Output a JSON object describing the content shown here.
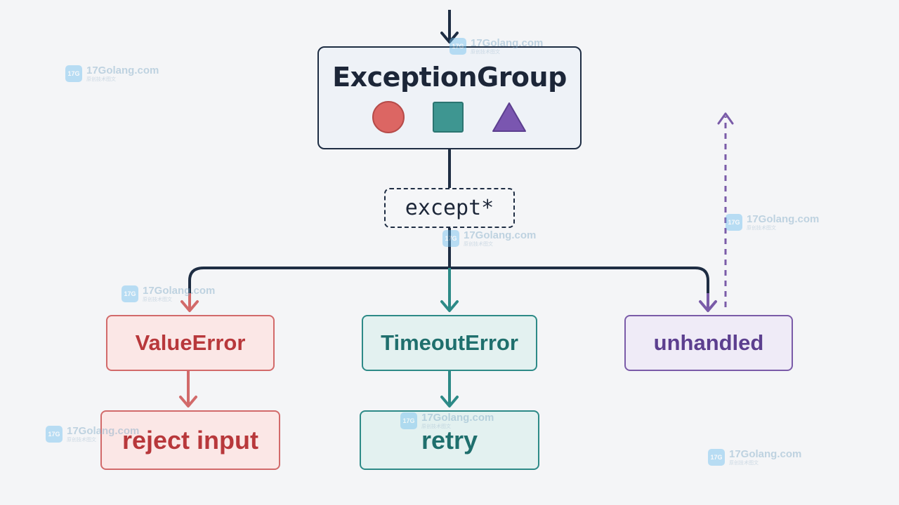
{
  "diagram": {
    "group": {
      "title": "ExceptionGroup",
      "shapes": [
        "red-circle",
        "teal-square",
        "purple-triangle"
      ]
    },
    "except_label": "except*",
    "branches": [
      {
        "label": "ValueError",
        "action": "reject input",
        "color": "#d26a6a"
      },
      {
        "label": "TimeoutError",
        "action": "retry",
        "color": "#2d8a87"
      },
      {
        "label": "unhandled",
        "color": "#7a5ba8"
      }
    ]
  },
  "watermark": {
    "text": "17Golang.com",
    "subtext": "原创技术图文"
  },
  "colors": {
    "background": "#f4f5f7",
    "dark": "#1e2d43",
    "red": "#d26a6a",
    "teal": "#2d8a87",
    "purple": "#7a5ba8"
  }
}
